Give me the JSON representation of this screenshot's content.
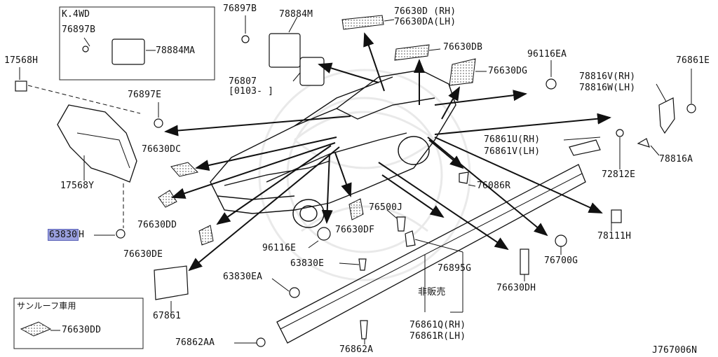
{
  "diagram_id": "J767006N",
  "labels": {
    "k4wd": "K.4WD",
    "p76897B_box": "76897B",
    "p78884MA": "78884MA",
    "p76897B": "76897B",
    "p78884M": "78884M",
    "p76807": "76807",
    "p76807_code": "[0103-   ]",
    "p76630D": "76630D (RH)",
    "p76630DA": "76630DA(LH)",
    "p76630DB": "76630DB",
    "p96116EA": "96116EA",
    "p76630DG": "76630DG",
    "p76861E": "76861E",
    "p78816V": "78816V(RH)",
    "p78816W": "78816W(LH)",
    "p17568H": "17568H",
    "p76897E": "76897E",
    "p76630DC": "76630DC",
    "p76861U": "76861U(RH)",
    "p76861V": "76861V(LH)",
    "p78816A": "78816A",
    "p17568Y": "17568Y",
    "p72812E": "72812E",
    "p76086R": "76086R",
    "p76630DD": "76630DD",
    "p76500J": "76500J",
    "p78111H": "78111H",
    "p63830H_code": "63830",
    "p63830H_suffix": "H",
    "p76630DF": "76630DF",
    "p96116E": "96116E",
    "p76630DE": "76630DE",
    "p76700G": "76700G",
    "p63830E": "63830E",
    "p76895G": "76895G",
    "p63830EA": "63830EA",
    "p76630DH": "76630DH",
    "not_for_sale": "非販売",
    "p67861": "67861",
    "p76861Q": "76861Q(RH)",
    "p76861R": "76861R(LH)",
    "sunroof_title": "サンルーフ車用",
    "p76630DD_sunroof": "76630DD",
    "p76862AA": "76862AA",
    "p76862A": "76862A"
  },
  "highlighted_part": "63830H",
  "colors": {
    "line": "#111111",
    "highlight_fill": "#9aa0de",
    "highlight_border": "#5b62b8"
  }
}
